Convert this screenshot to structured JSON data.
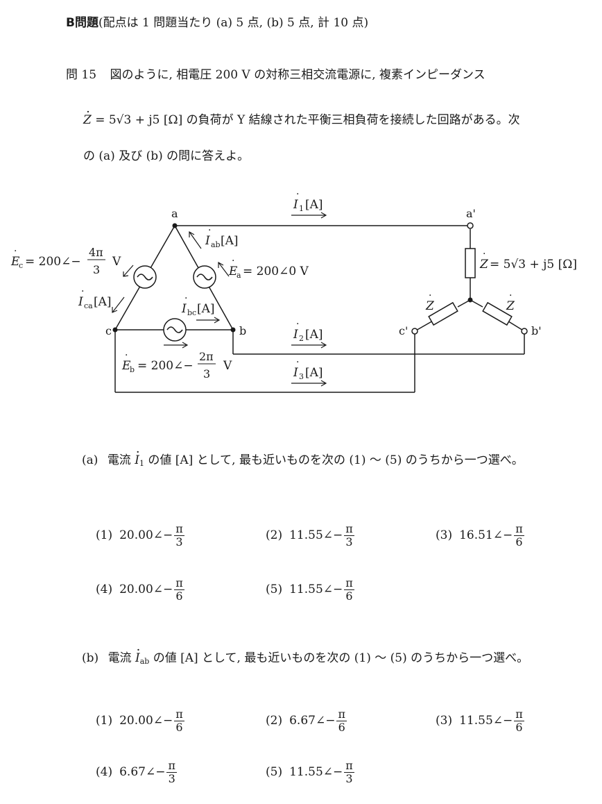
{
  "header": {
    "title": "B問題",
    "note": "(配点は 1 問題当たり (a) 5 点, (b) 5 点, 計 10 点)"
  },
  "question": {
    "number": "問 15",
    "line1": "図のように, 相電圧 200 V の対称三相交流電源に, 複素インピーダンス",
    "line2_pre": "Z",
    "line2_eq": " = 5√3 + j5 [Ω]",
    "line2_post": " の負荷が Y 結線された平衡三相負荷を接続した回路がある。次",
    "line3": "の (a) 及び (b) の問に答えよ。"
  },
  "figure": {
    "nodes": {
      "a": "a",
      "b": "b",
      "c": "c",
      "a2": "a'",
      "b2": "b'",
      "c2": "c'"
    },
    "i1": "I",
    "i1_sub": "1",
    "i2_sub": "2",
    "i3_sub": "3",
    "unit_A": "[A]",
    "iab_sub": "ab",
    "ica_sub": "ca",
    "ibc_sub": "bc",
    "ea": "= 200∠0 V",
    "ea_sub": "a",
    "ec_pre": "= 200∠−",
    "ec_num": "4π",
    "ec_den": "3",
    "ec_unit": "V",
    "ec_sub": "c",
    "eb_pre": "= 200∠−",
    "eb_num": "2π",
    "eb_den": "3",
    "eb_unit": "V",
    "eb_sub": "b",
    "z_label": "Z",
    "z_value": "= 5√3 + j5 [Ω]",
    "E": "E",
    "Z": "Z",
    "I": "I"
  },
  "part_a": {
    "label": "(a)",
    "text_pre": "電流 ",
    "var": "I",
    "var_sub": "1",
    "text_post": " の値 [A] として, 最も近いものを次の (1) ～ (5) のうちから一つ選べ。",
    "choices": [
      {
        "no": "(1)",
        "val": "20.00∠−",
        "num": "π",
        "den": "3"
      },
      {
        "no": "(2)",
        "val": "11.55∠−",
        "num": "π",
        "den": "3"
      },
      {
        "no": "(3)",
        "val": "16.51∠−",
        "num": "π",
        "den": "6"
      },
      {
        "no": "(4)",
        "val": "20.00∠−",
        "num": "π",
        "den": "6"
      },
      {
        "no": "(5)",
        "val": "11.55∠−",
        "num": "π",
        "den": "6"
      }
    ]
  },
  "part_b": {
    "label": "(b)",
    "text_pre": "電流 ",
    "var": "I",
    "var_sub": "ab",
    "text_post": " の値 [A] として, 最も近いものを次の (1) ～ (5) のうちから一つ選べ。",
    "choices": [
      {
        "no": "(1)",
        "val": "20.00∠−",
        "num": "π",
        "den": "6"
      },
      {
        "no": "(2)",
        "val": "6.67∠−",
        "num": "π",
        "den": "6"
      },
      {
        "no": "(3)",
        "val": "11.55∠−",
        "num": "π",
        "den": "6"
      },
      {
        "no": "(4)",
        "val": "6.67∠−",
        "num": "π",
        "den": "3"
      },
      {
        "no": "(5)",
        "val": "11.55∠−",
        "num": "π",
        "den": "3"
      }
    ]
  }
}
